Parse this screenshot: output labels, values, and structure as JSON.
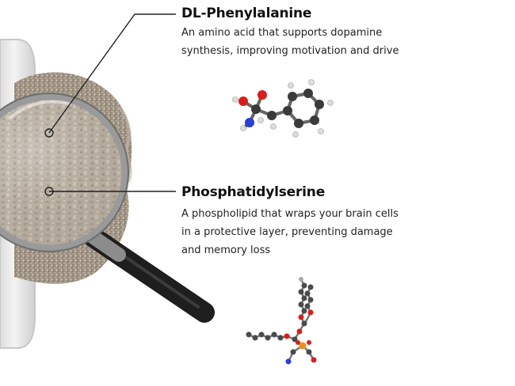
{
  "ingredients": [
    {
      "name": "DL-Phenylalanine",
      "description_line1": "An amino acid that supports dopamine",
      "description_line2": "synthesis, improving motivation and drive"
    },
    {
      "name": "Phosphatidylserine",
      "description_line1": "A phospholipid that wraps your brain cells",
      "description_line2": "in a protective layer, preventing damage",
      "description_line3": "and memory loss"
    }
  ],
  "icons": [
    "capsule-powder-image",
    "magnifying-glass-icon",
    "molecule-model-icon"
  ],
  "colors": {
    "powder": "#9a8e80",
    "carbon": "#3a3a3a",
    "oxygen": "#d81e1e",
    "nitrogen": "#2a3fd6",
    "phosphorus": "#e8941a",
    "handle": "#1e1e1e"
  }
}
